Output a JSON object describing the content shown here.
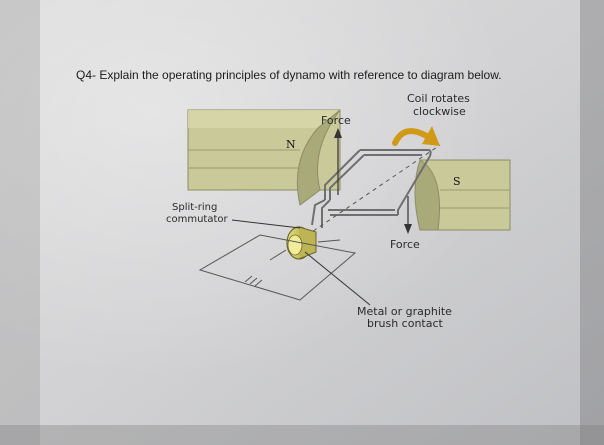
{
  "question": "Q4- Explain the operating principles of dynamo with reference to diagram below.",
  "diagram": {
    "labels": {
      "coil_rotates_line1": "Coil rotates",
      "coil_rotates_line2": "clockwise",
      "force_top": "Force",
      "force_bottom": "Force",
      "magnet_n": "N",
      "magnet_s": "S",
      "split_ring_line1": "Split-ring",
      "split_ring_line2": "commutator",
      "brush_line1": "Metal or graphite",
      "brush_line2": "brush contact"
    },
    "colors": {
      "magnet_face": "#c9c99a",
      "magnet_side": "#a9aa79",
      "coil_wire": "#6f6f6f",
      "commutator": "#d8d060"
    }
  }
}
